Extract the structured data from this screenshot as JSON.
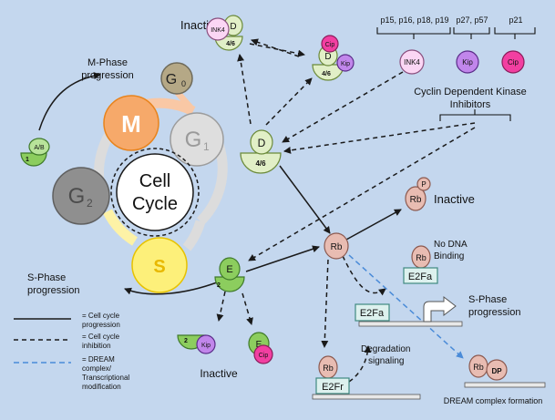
{
  "cycle": {
    "center_line1": "Cell",
    "center_line2": "Cycle",
    "m": "M",
    "g0": "G",
    "g0_sub": "0",
    "g1": "G",
    "g1_sub": "1",
    "g2": "G",
    "g2_sub": "2",
    "s": "S"
  },
  "labels": {
    "mphase_line1": "M-Phase",
    "mphase_line2": "progression",
    "sphase_left_line1": "S-Phase",
    "sphase_left_line2": "progression",
    "inactive_top": "Inactive",
    "inactive_rb": "Inactive",
    "inactive_bottom": "Inactive",
    "no_dna_line1": "No DNA",
    "no_dna_line2": "Binding",
    "sphase_right_line1": "S-Phase",
    "sphase_right_line2": "progression",
    "degradation_line1": "Degradation",
    "degradation_line2": "signaling",
    "dream": "DREAM complex formation",
    "ckki_line1": "Cyclin Dependent Kinase",
    "ckki_line2": "Inhibitors",
    "ink4_family": "p15, p16, p18, p19",
    "kip_family": "p27, p57",
    "cip_family": "p21"
  },
  "molecules": {
    "ab": "A/B",
    "one": "1",
    "d": "D",
    "fourSix": "4/6",
    "ink4": "INK4",
    "cip": "Cip",
    "kip": "Kip",
    "e": "E",
    "two": "2",
    "rb": "Rb",
    "p": "P",
    "e2fa": "E2Fa",
    "e2fr": "E2Fr",
    "dp": "DP"
  },
  "legend": {
    "solid_line1": "= Cell cycle",
    "solid_line2": "progression",
    "dashed_line1": "= Cell cycle",
    "dashed_line2": "inhibition",
    "blue_line1": "= DREAM",
    "blue_line2": "complex/",
    "blue_line3": "Transcriptional",
    "blue_line4": "modification"
  },
  "colors": {
    "background": "#c4d7ee",
    "m_phase": "#f6a96a",
    "g1_phase": "#dedede",
    "g2_phase": "#8f8f8f",
    "s_phase": "#fdf07a",
    "g0_phase": "#b5a886",
    "cyclin_green": "#8ccd5e",
    "cdk_green": "#e1efc7",
    "rb_pink": "#e8bcb2",
    "e2f_teal": "#ddf1ee",
    "ink4_pink": "#fbd6f4",
    "kip_purple": "#c186eb",
    "cip_magenta": "#f23fa1",
    "dream_arrow": "#4a8bd8"
  }
}
